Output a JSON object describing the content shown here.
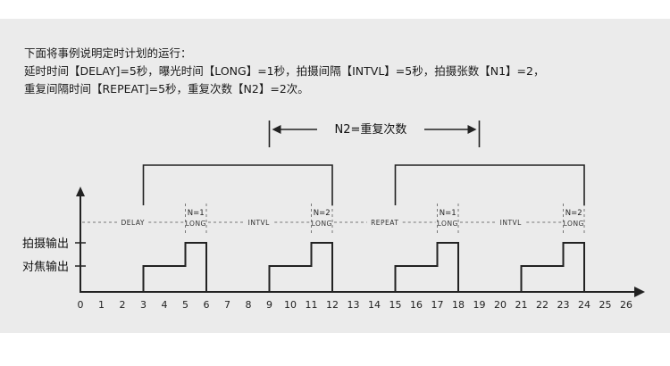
{
  "description": {
    "line1": "下面将事例说明定时计划的运行：",
    "line2": "延时时间【DELAY]=5秒，曝光时间【LONG】=1秒，拍摄间隔【INTVL】=5秒，拍摄张数【N1】=2，",
    "line3": "重复间隔时间【REPEAT]=5秒，重复次数【N2】=2次。"
  },
  "diagram": {
    "n2_label": "N2=重复次数",
    "y_labels": {
      "shoot": "拍摄输出",
      "focus": "对焦输出"
    },
    "x_ticks": [
      "0",
      "1",
      "2",
      "3",
      "4",
      "5",
      "6",
      "7",
      "8",
      "9",
      "10",
      "11",
      "12",
      "13",
      "14",
      "15",
      "16",
      "17",
      "18",
      "19",
      "20",
      "21",
      "22",
      "23",
      "24",
      "25",
      "26"
    ],
    "segments": [
      {
        "name": "delay",
        "label": "DELAY",
        "from": 0,
        "to": 5
      },
      {
        "name": "intvl-1",
        "label": "INTVL",
        "from": 6,
        "to": 11
      },
      {
        "name": "repeat",
        "label": "REPEAT",
        "from": 12,
        "to": 17
      },
      {
        "name": "intvl-2",
        "label": "INTVL",
        "from": 18,
        "to": 23
      }
    ],
    "long_boxes": [
      {
        "n_label": "N=1",
        "long_label": "LONG",
        "from": 5,
        "to": 6
      },
      {
        "n_label": "N=2",
        "long_label": "LONG",
        "from": 11,
        "to": 12
      },
      {
        "n_label": "N=1",
        "long_label": "LONG",
        "from": 17,
        "to": 18
      },
      {
        "n_label": "N=2",
        "long_label": "LONG",
        "from": 23,
        "to": 24
      }
    ],
    "pulses": [
      {
        "focus_start": 3,
        "shoot_start": 5,
        "end": 6
      },
      {
        "focus_start": 9,
        "shoot_start": 11,
        "end": 12
      },
      {
        "focus_start": 15,
        "shoot_start": 17,
        "end": 18
      },
      {
        "focus_start": 21,
        "shoot_start": 23,
        "end": 24
      }
    ],
    "cycle_brackets": [
      {
        "from": 3,
        "to": 12
      },
      {
        "from": 15,
        "to": 24
      }
    ],
    "n2_span": {
      "from": 9,
      "to": 19
    }
  }
}
